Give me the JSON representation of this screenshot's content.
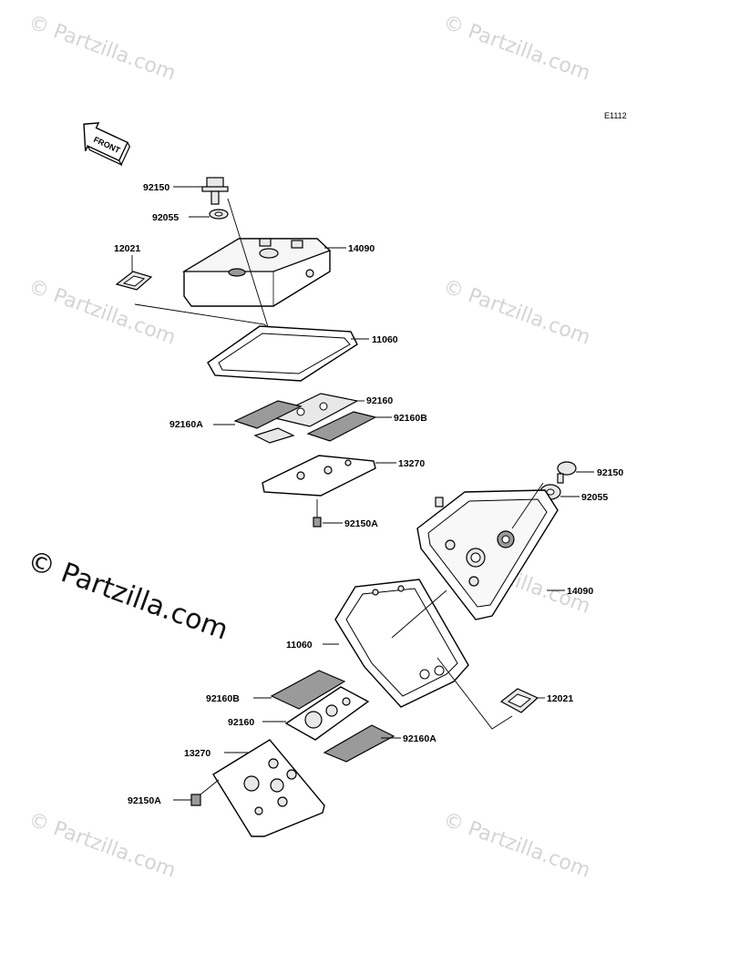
{
  "diagram_code": "E1112",
  "front_arrow_label": "FRONT",
  "watermarks": {
    "small": "© Partzilla.com",
    "large": "© Partzilla.com"
  },
  "labels": {
    "p92150_top": "92150",
    "p92055_top": "92055",
    "p12021_top": "12021",
    "p14090_top": "14090",
    "p11060_top": "11060",
    "p92160_top": "92160",
    "p92160A_top": "92160A",
    "p92160B_top": "92160B",
    "p13270_top": "13270",
    "p92150A_top": "92150A",
    "p92150_right": "92150",
    "p92055_right": "92055",
    "p14090_right": "14090",
    "p11060_bottom": "11060",
    "p12021_right": "12021",
    "p92160B_bottom": "92160B",
    "p92160_bottom": "92160",
    "p92160A_bottom": "92160A",
    "p13270_bottom": "13270",
    "p92150A_bottom": "92150A"
  }
}
